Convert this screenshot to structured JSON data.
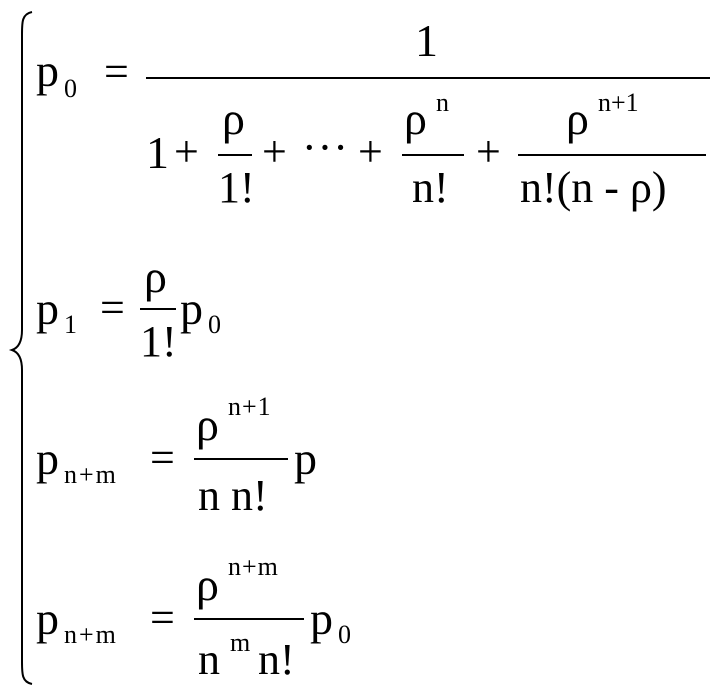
{
  "formula_system": {
    "brace": "{",
    "eq1": {
      "lhs_p": "p",
      "lhs_sub": "0",
      "eq": "=",
      "numerator": "1",
      "den_one": "1",
      "plus1": "+",
      "t1_num": "ρ",
      "t1_den": "1!",
      "plus2": "+",
      "dots": "···",
      "plus3": "+",
      "t2_num": "ρ",
      "t2_sup": "n",
      "t2_den": "n!",
      "plus4": "+",
      "t3_num": "ρ",
      "t3_sup": "n+1",
      "t3_den": "n!(n - ρ)"
    },
    "eq2": {
      "lhs_p": "p",
      "lhs_sub": "1",
      "eq": "=",
      "num": "ρ",
      "den": "1!",
      "rhs_p": "p",
      "rhs_sub": "0"
    },
    "eq3": {
      "lhs_p": "p",
      "lhs_sub": "n+m",
      "eq": "=",
      "num": "ρ",
      "num_sup": "n+1",
      "den": "n n!",
      "rhs_p": "p"
    },
    "eq4": {
      "lhs_p": "p",
      "lhs_sub": "n+m",
      "eq": "=",
      "num": "ρ",
      "num_sup": "n+m",
      "den_n": "n",
      "den_sup": "m",
      "den_fact": "n!",
      "rhs_p": "p",
      "rhs_sub": "0"
    }
  }
}
